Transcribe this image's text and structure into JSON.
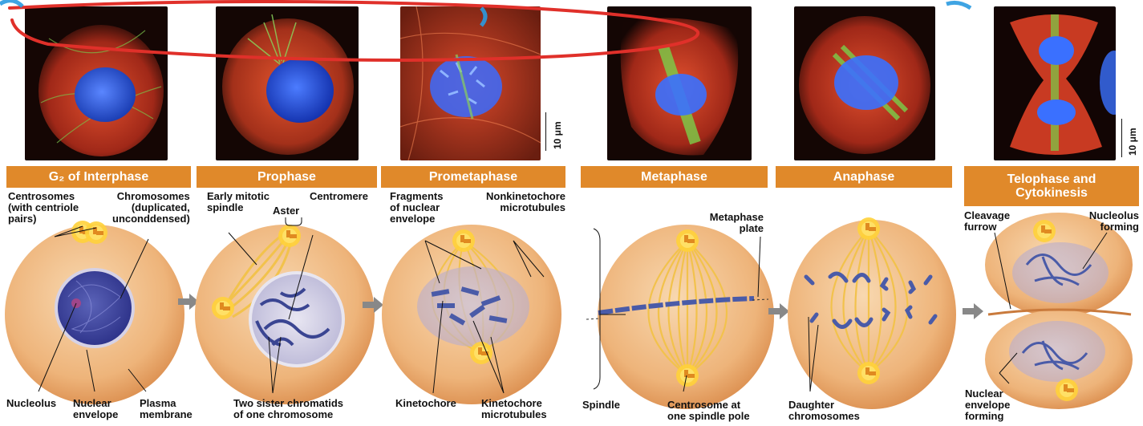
{
  "colors": {
    "banner": "#e0892a",
    "cell": "#f0b97a",
    "nucleus": "#3a3f9a",
    "spindle": "#f2c24c",
    "chromosome": "#4a5ba8",
    "annotation": "#e0302a",
    "micro_red": "#d8452a",
    "micro_blue": "#2a5be0",
    "micro_green": "#6ed14a"
  },
  "phases": [
    {
      "key": "g2",
      "title": "G₂ of Interphase"
    },
    {
      "key": "prophase",
      "title": "Prophase"
    },
    {
      "key": "prometaphase",
      "title": "Prometaphase"
    },
    {
      "key": "metaphase",
      "title": "Metaphase"
    },
    {
      "key": "anaphase",
      "title": "Anaphase"
    },
    {
      "key": "telophase",
      "title_line1": "Telophase and",
      "title_line2": "Cytokinesis"
    }
  ],
  "scale_bar": "10 μm",
  "labels": {
    "centrosomes": [
      "Centrosomes",
      "(with centriole",
      "pairs)"
    ],
    "chromosomes": [
      "Chromosomes",
      "(duplicated,",
      "unconddensed)"
    ],
    "early_spindle": [
      "Early mitotic",
      "spindle"
    ],
    "aster": "Aster",
    "centromere": "Centromere",
    "fragments": [
      "Fragments",
      "of nuclear",
      "envelope"
    ],
    "nonkinetochore": [
      "Nonkinetochore",
      "microtubules"
    ],
    "metaphase_plate": [
      "Metaphase",
      "plate"
    ],
    "cleavage": [
      "Cleavage",
      "furrow"
    ],
    "nucleolus_forming": [
      "Nucleolus",
      "forming"
    ],
    "nucleolus": "Nucleolus",
    "nuclear_envelope": [
      "Nuclear",
      "envelope"
    ],
    "plasma_membrane": [
      "Plasma",
      "membrane"
    ],
    "sister_chromatids": [
      "Two sister chromatids",
      "of one chromosome"
    ],
    "kinetochore": "Kinetochore",
    "kinetochore_mt": [
      "Kinetochore",
      "microtubules"
    ],
    "spindle": "Spindle",
    "centrosome_pole": [
      "Centrosome at",
      "one spindle pole"
    ],
    "daughter": [
      "Daughter",
      "chromosomes"
    ],
    "nuclear_envelope_forming": [
      "Nuclear",
      "envelope",
      "forming"
    ]
  }
}
